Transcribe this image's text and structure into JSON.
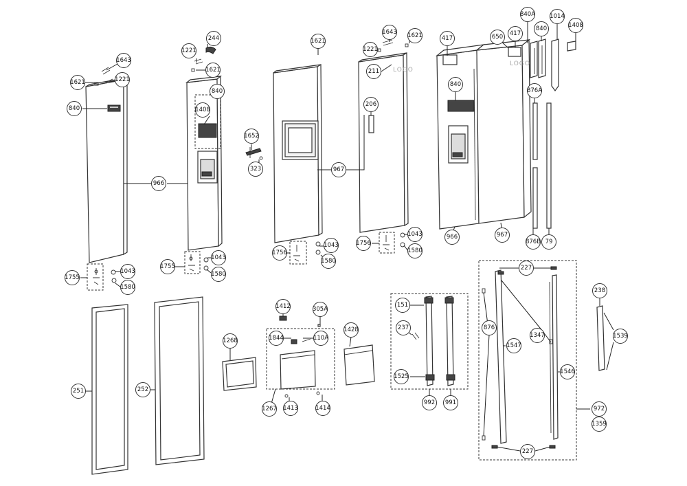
{
  "diagram": {
    "logo": "LOGO",
    "callouts": [
      {
        "id": "c1643a",
        "label": "1643"
      },
      {
        "id": "c1221a",
        "label": "1221"
      },
      {
        "id": "c1621a",
        "label": "1621"
      },
      {
        "id": "c840a",
        "label": "840"
      },
      {
        "id": "c966a",
        "label": "966"
      },
      {
        "id": "c1755a",
        "label": "1755"
      },
      {
        "id": "c1043a",
        "label": "1043"
      },
      {
        "id": "c1580a",
        "label": "1580"
      },
      {
        "id": "c244",
        "label": "244"
      },
      {
        "id": "c1221b",
        "label": "1221"
      },
      {
        "id": "c1621b",
        "label": "1621"
      },
      {
        "id": "c840b",
        "label": "840"
      },
      {
        "id": "c1408a",
        "label": "1408"
      },
      {
        "id": "c1755b",
        "label": "1755"
      },
      {
        "id": "c1043b",
        "label": "1043"
      },
      {
        "id": "c1580b",
        "label": "1580"
      },
      {
        "id": "c1621c",
        "label": "1621"
      },
      {
        "id": "c1652",
        "label": "1652"
      },
      {
        "id": "c323",
        "label": "323"
      },
      {
        "id": "c967a",
        "label": "967"
      },
      {
        "id": "c1756a",
        "label": "1756"
      },
      {
        "id": "c1043c",
        "label": "1043"
      },
      {
        "id": "c1580c",
        "label": "1580"
      },
      {
        "id": "c1643b",
        "label": "1643"
      },
      {
        "id": "c1621d",
        "label": "1621"
      },
      {
        "id": "c1221c",
        "label": "1221"
      },
      {
        "id": "c211",
        "label": "211"
      },
      {
        "id": "c206",
        "label": "206"
      },
      {
        "id": "c1756b",
        "label": "1756"
      },
      {
        "id": "c1043d",
        "label": "1043"
      },
      {
        "id": "c1580d",
        "label": "1580"
      },
      {
        "id": "c417a",
        "label": "417"
      },
      {
        "id": "c650",
        "label": "650"
      },
      {
        "id": "c417b",
        "label": "417"
      },
      {
        "id": "c840c",
        "label": "840"
      },
      {
        "id": "c966b",
        "label": "966"
      },
      {
        "id": "c967b",
        "label": "967"
      },
      {
        "id": "c840A",
        "label": "840A"
      },
      {
        "id": "c840d",
        "label": "840"
      },
      {
        "id": "c1014",
        "label": "1014"
      },
      {
        "id": "c1408b",
        "label": "1408"
      },
      {
        "id": "c876A",
        "label": "876A"
      },
      {
        "id": "c876B",
        "label": "876B"
      },
      {
        "id": "c79",
        "label": "79"
      },
      {
        "id": "c251",
        "label": "251"
      },
      {
        "id": "c252",
        "label": "252"
      },
      {
        "id": "c1268",
        "label": "1268"
      },
      {
        "id": "c1412",
        "label": "1412"
      },
      {
        "id": "c305A",
        "label": "305A"
      },
      {
        "id": "c1844",
        "label": "1844"
      },
      {
        "id": "c110A",
        "label": "110A"
      },
      {
        "id": "c1267",
        "label": "1267"
      },
      {
        "id": "c1413",
        "label": "1413"
      },
      {
        "id": "c1414",
        "label": "1414"
      },
      {
        "id": "c1428",
        "label": "1428"
      },
      {
        "id": "c151",
        "label": "151"
      },
      {
        "id": "c237",
        "label": "237"
      },
      {
        "id": "c1525",
        "label": "1525"
      },
      {
        "id": "c992",
        "label": "992"
      },
      {
        "id": "c991",
        "label": "991"
      },
      {
        "id": "c227a",
        "label": "227"
      },
      {
        "id": "c876",
        "label": "876"
      },
      {
        "id": "c1547",
        "label": "1547"
      },
      {
        "id": "c1347",
        "label": "1347"
      },
      {
        "id": "c1546",
        "label": "1546"
      },
      {
        "id": "c227b",
        "label": "227"
      },
      {
        "id": "c972",
        "label": "972"
      },
      {
        "id": "c1359",
        "label": "1359"
      },
      {
        "id": "c238",
        "label": "238"
      },
      {
        "id": "c1539",
        "label": "1539"
      }
    ]
  }
}
